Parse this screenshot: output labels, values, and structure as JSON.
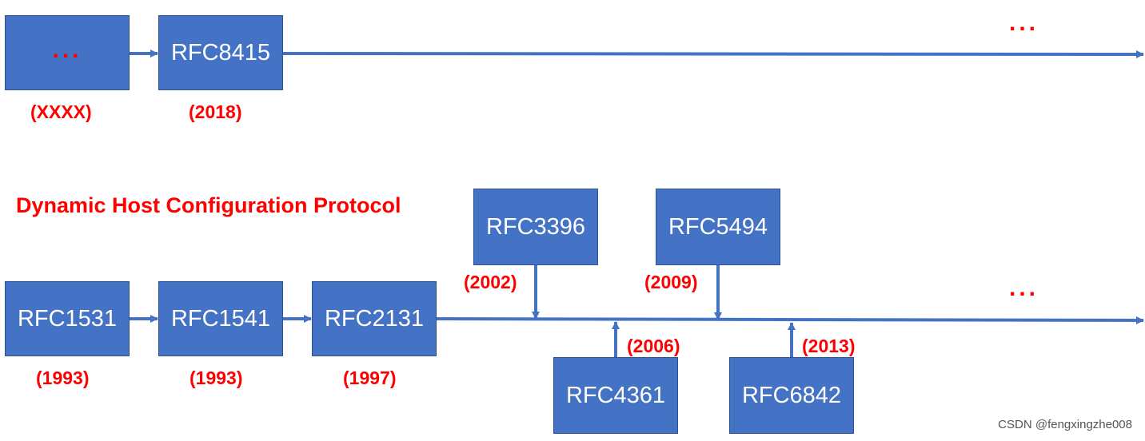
{
  "timeline_top": {
    "boxes": [
      {
        "label": "...",
        "year": "(XXXX)"
      },
      {
        "label": "RFC8415",
        "year": "(2018)"
      }
    ],
    "ellipsis": "..."
  },
  "timeline_bottom": {
    "title": "Dynamic Host Configuration Protocol",
    "boxes": [
      {
        "label": "RFC1531",
        "year": "(1993)"
      },
      {
        "label": "RFC1541",
        "year": "(1993)"
      },
      {
        "label": "RFC2131",
        "year": "(1997)"
      }
    ],
    "above_boxes": [
      {
        "label": "RFC3396",
        "year": "(2002)"
      },
      {
        "label": "RFC5494",
        "year": "(2009)"
      }
    ],
    "below_boxes": [
      {
        "label": "RFC4361",
        "year": "(2006)"
      },
      {
        "label": "RFC6842",
        "year": "(2013)"
      }
    ],
    "ellipsis": "..."
  },
  "colors": {
    "box_fill": "#4472C4",
    "line": "#4472C4",
    "accent_text": "#FF0000"
  },
  "watermark": "CSDN @fengxingzhe008"
}
